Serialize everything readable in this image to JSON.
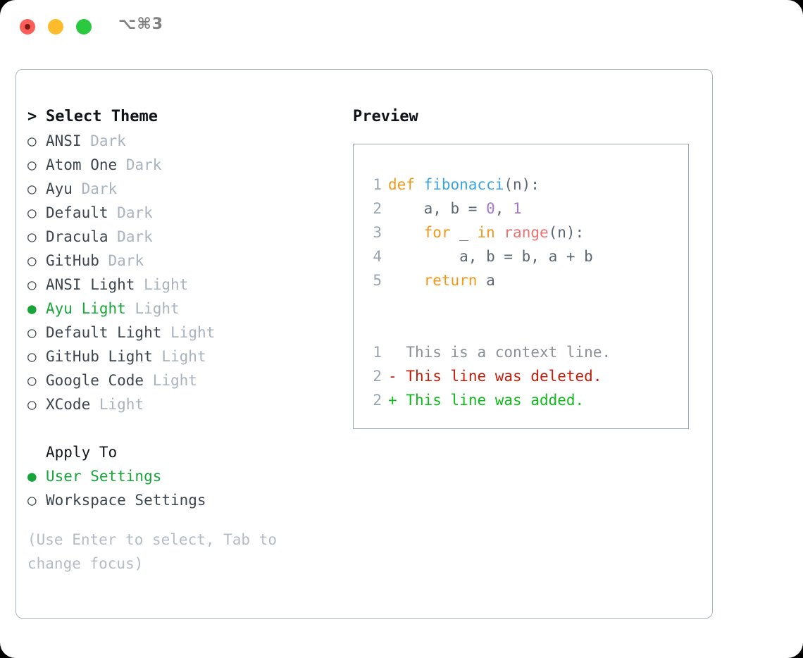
{
  "window": {
    "shortcut": "⌥⌘3",
    "traffic_lights": [
      {
        "name": "close",
        "color": "#fc5f57"
      },
      {
        "name": "minimize",
        "color": "#fdbc2c"
      },
      {
        "name": "zoom",
        "color": "#2bc940"
      }
    ]
  },
  "theme_list": {
    "header_marker": ">",
    "header_label": "Select Theme",
    "items": [
      {
        "marker": "○",
        "label": "ANSI",
        "category": "Dark",
        "selected": false
      },
      {
        "marker": "○",
        "label": "Atom One",
        "category": "Dark",
        "selected": false
      },
      {
        "marker": "○",
        "label": "Ayu",
        "category": "Dark",
        "selected": false
      },
      {
        "marker": "○",
        "label": "Default",
        "category": "Dark",
        "selected": false
      },
      {
        "marker": "○",
        "label": "Dracula",
        "category": "Dark",
        "selected": false
      },
      {
        "marker": "○",
        "label": "GitHub",
        "category": "Dark",
        "selected": false
      },
      {
        "marker": "○",
        "label": "ANSI Light",
        "category": "Light",
        "selected": false
      },
      {
        "marker": "●",
        "label": "Ayu Light",
        "category": "Light",
        "selected": true
      },
      {
        "marker": "○",
        "label": "Default Light",
        "category": "Light",
        "selected": false
      },
      {
        "marker": "○",
        "label": "GitHub Light",
        "category": "Light",
        "selected": false
      },
      {
        "marker": "○",
        "label": "Google Code",
        "category": "Light",
        "selected": false
      },
      {
        "marker": "○",
        "label": "XCode",
        "category": "Light",
        "selected": false
      }
    ]
  },
  "apply_to": {
    "title": "Apply To",
    "options": [
      {
        "marker": "●",
        "label": "User Settings",
        "selected": true
      },
      {
        "marker": "○",
        "label": "Workspace Settings",
        "selected": false
      }
    ]
  },
  "hint": "(Use Enter to select, Tab to change focus)",
  "preview": {
    "title": "Preview",
    "code_lines": [
      {
        "lno": "1",
        "tokens": [
          {
            "text": "def ",
            "type": "keyword"
          },
          {
            "text": "fibonacci",
            "type": "function"
          },
          {
            "text": "(n):",
            "type": "punctuation"
          }
        ]
      },
      {
        "lno": "2",
        "tokens": [
          {
            "text": "    a, b = ",
            "type": "plain"
          },
          {
            "text": "0",
            "type": "number"
          },
          {
            "text": ", ",
            "type": "plain"
          },
          {
            "text": "1",
            "type": "number"
          }
        ]
      },
      {
        "lno": "3",
        "tokens": [
          {
            "text": "    ",
            "type": "plain"
          },
          {
            "text": "for",
            "type": "keyword"
          },
          {
            "text": " _ ",
            "type": "plain"
          },
          {
            "text": "in",
            "type": "keyword"
          },
          {
            "text": " ",
            "type": "plain"
          },
          {
            "text": "range",
            "type": "builtin"
          },
          {
            "text": "(n):",
            "type": "punctuation"
          }
        ]
      },
      {
        "lno": "4",
        "tokens": [
          {
            "text": "        a, b = b, a + b",
            "type": "plain"
          }
        ]
      },
      {
        "lno": "5",
        "tokens": [
          {
            "text": "    ",
            "type": "plain"
          },
          {
            "text": "return",
            "type": "keyword"
          },
          {
            "text": " a",
            "type": "plain"
          }
        ]
      }
    ],
    "diff_lines": [
      {
        "lno": "1",
        "sign": " ",
        "text": "This is a context line.",
        "kind": "context"
      },
      {
        "lno": "2",
        "sign": "-",
        "text": "This line was deleted.",
        "kind": "deleted"
      },
      {
        "lno": "2",
        "sign": "+",
        "text": "This line was added.",
        "kind": "added"
      }
    ]
  },
  "colors": {
    "accent_green": "#17a53a",
    "keyword_orange": "#f29718",
    "function_blue": "#3aa3e3",
    "number_purple": "#a37acc",
    "builtin_red": "#f07171",
    "muted_gray": "#a9b2bf",
    "diff_deleted": "#c21c0b",
    "diff_added": "#0fbb1b",
    "border": "#aab3c0"
  }
}
